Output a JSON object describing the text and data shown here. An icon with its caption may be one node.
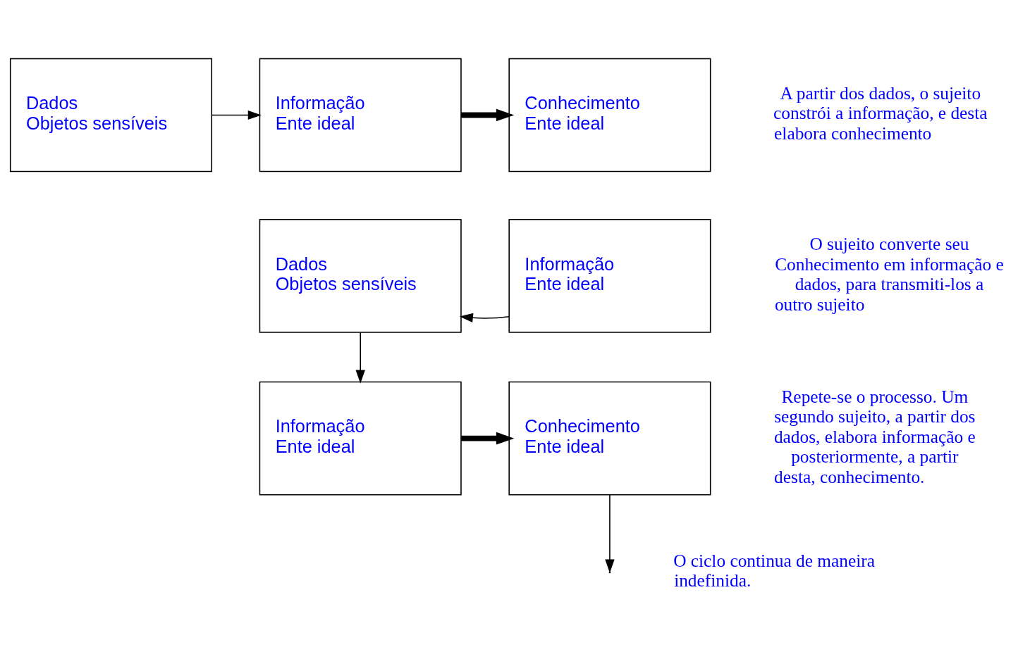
{
  "diagram": {
    "nodes": [
      {
        "text": [
          "Dados",
          "Objetos sensíveis"
        ]
      },
      {
        "text": [
          "Informação",
          "Ente ideal"
        ]
      },
      {
        "text": [
          "Conhecimento",
          "Ente ideal"
        ]
      },
      {
        "text": [
          "Informação",
          "Ente ideal"
        ]
      },
      {
        "text": [
          "Dados",
          "Objetos sensíveis"
        ]
      },
      {
        "text": [
          "Informação",
          "Ente ideal"
        ]
      },
      {
        "text": [
          "Conhecimento",
          "Ente ideal"
        ]
      }
    ],
    "edges": [
      {
        "from": 0,
        "to": 1,
        "arrow": "to"
      },
      {
        "from": 1,
        "to": 2,
        "arrow": "to",
        "style": "thick"
      },
      {
        "from": 3,
        "to": 4,
        "arrow": "to"
      },
      {
        "from": 4,
        "to": 5,
        "arrow": "to"
      },
      {
        "from": 5,
        "to": 6,
        "arrow": "to",
        "style": "thick"
      },
      {
        "from": 6,
        "to": null,
        "arrow": "to"
      }
    ],
    "labels": [
      "A partir dos dados, o sujeito constrói a informação, e desta elabora conhecimento",
      "O sujeito converte seu Conhecimento em informação e dados, para transmiti-los a outro sujeito",
      "Repete-se o processo. Um segundo sujeito, a partir dos dados, elabora informação e posteriormente, a partir desta, conhecimento.",
      "O ciclo continua de maneira indefinida."
    ]
  }
}
